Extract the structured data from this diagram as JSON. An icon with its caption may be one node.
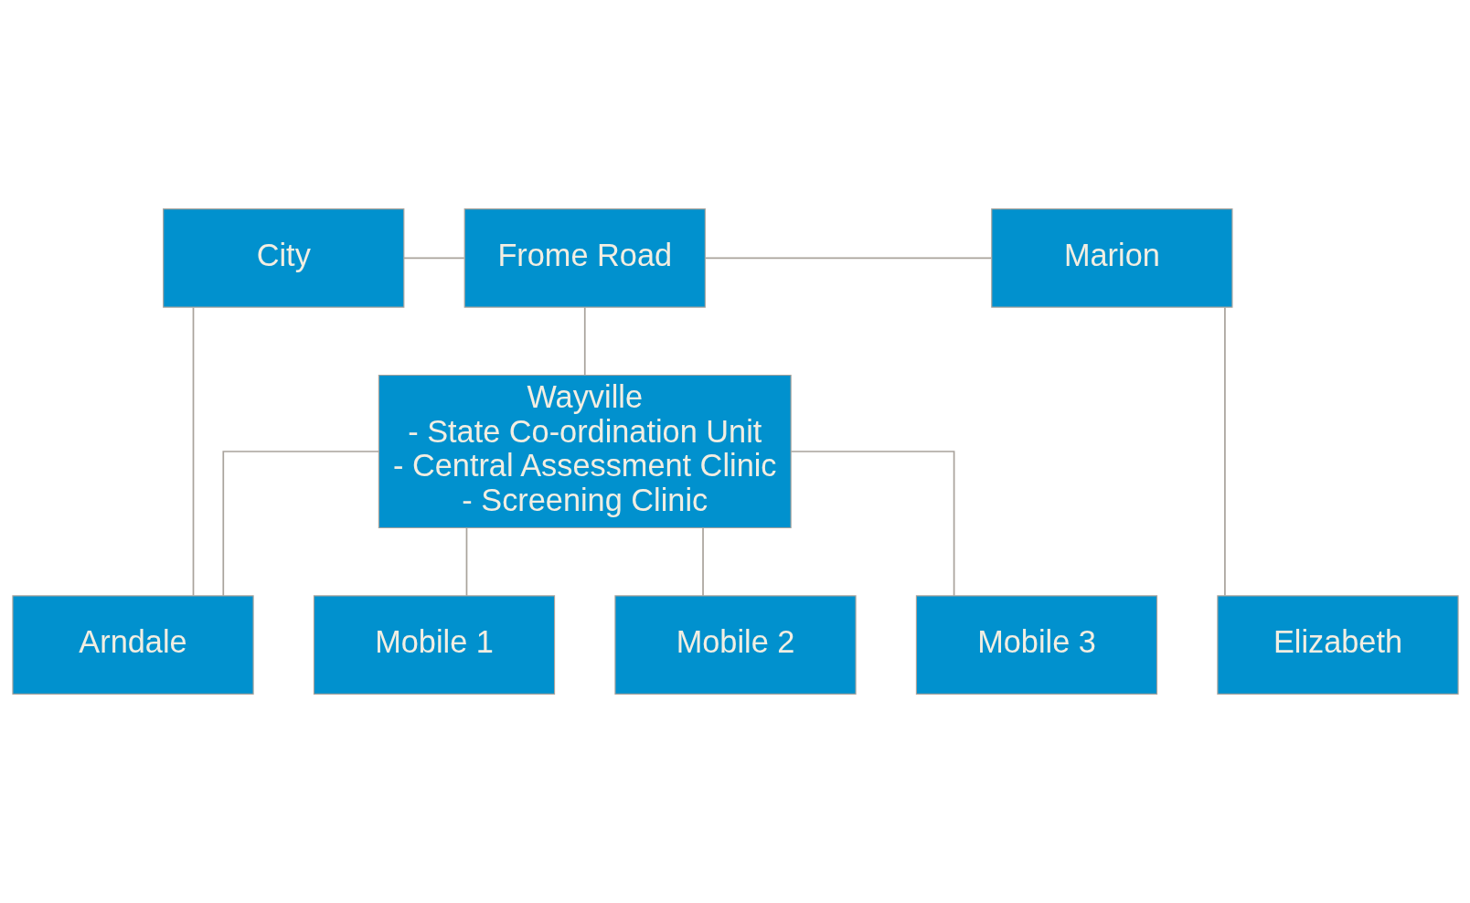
{
  "diagram": {
    "nodes": [
      {
        "text": [
          "City"
        ]
      },
      {
        "text": [
          "Frome Road"
        ]
      },
      {
        "text": [
          "Marion"
        ]
      },
      {
        "text": [
          "Wayville",
          "- State Co-ordination Unit",
          "- Central Assessment Clinic",
          "- Screening Clinic"
        ]
      },
      {
        "text": [
          "Arndale"
        ]
      },
      {
        "text": [
          "Elizabeth"
        ]
      },
      {
        "text": [
          "Mobile 1"
        ]
      },
      {
        "text": [
          "Mobile 2"
        ]
      },
      {
        "text": [
          "Mobile 3"
        ]
      }
    ],
    "edges": [
      {
        "from": 0,
        "to": 1,
        "arrow": "none"
      },
      {
        "from": 1,
        "to": 2,
        "arrow": "none"
      },
      {
        "from": 0,
        "to": 4,
        "arrow": "none"
      },
      {
        "from": 1,
        "to": 3,
        "arrow": "none"
      },
      {
        "from": 2,
        "to": 5,
        "arrow": "none"
      },
      {
        "from": 3,
        "to": 4,
        "arrow": "none"
      },
      {
        "from": 3,
        "to": 6,
        "arrow": "none"
      },
      {
        "from": 3,
        "to": 7,
        "arrow": "none"
      },
      {
        "from": 3,
        "to": 8,
        "arrow": "none"
      }
    ]
  }
}
